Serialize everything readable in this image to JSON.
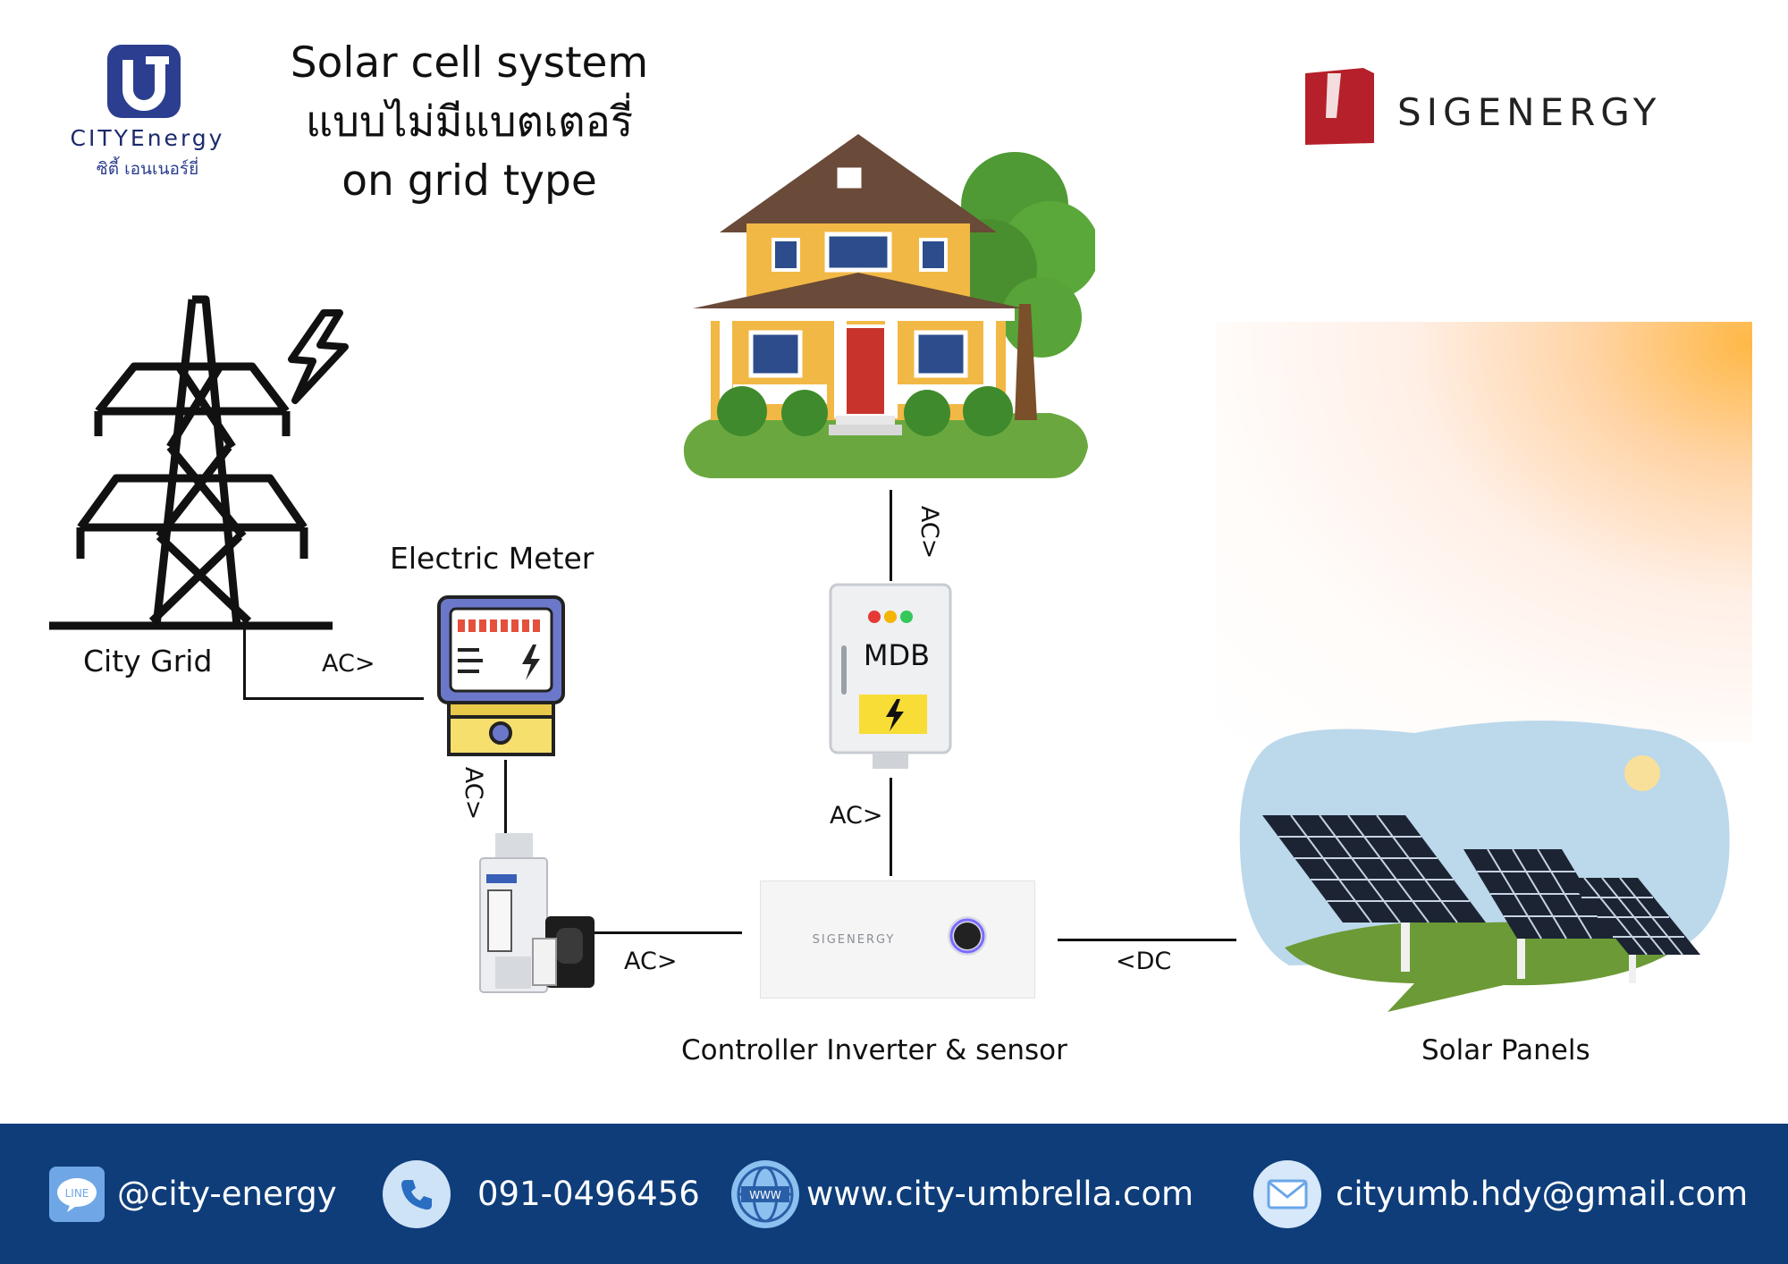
{
  "header": {
    "title_line1": "Solar cell system",
    "title_line2": "แบบไม่มีแบตเตอรี่",
    "title_line3": "on grid type"
  },
  "logos": {
    "left_name": "CITYEnergy",
    "left_thai": "ซิตี้ เอนเนอร์ยี่",
    "right_name": "SIGENERGY"
  },
  "nodes": {
    "grid": "City Grid",
    "meter": "Electric Meter",
    "mdb": "MDB",
    "inverter": "Controller  Inverter & sensor",
    "inverter_brand": "SIGENERGY",
    "panels": "Solar Panels"
  },
  "connections": {
    "grid_meter": "AC>",
    "meter_sensor": "AC>",
    "sensor_inverter": "AC>",
    "inverter_mdb": "AC>",
    "mdb_house": "AC>",
    "panels_inverter": "<DC"
  },
  "footer": {
    "line_icon_label": "LINE",
    "line": "@city-energy",
    "phone": "091-0496456",
    "web_icon_label": "WWW",
    "web": "www.city-umbrella.com",
    "email": "cityumb.hdy@gmail.com"
  },
  "colors": {
    "footer_bg": "#0e3d7a",
    "brand_blue": "#2c3e8f",
    "sigenergy_red": "#b5202a"
  }
}
